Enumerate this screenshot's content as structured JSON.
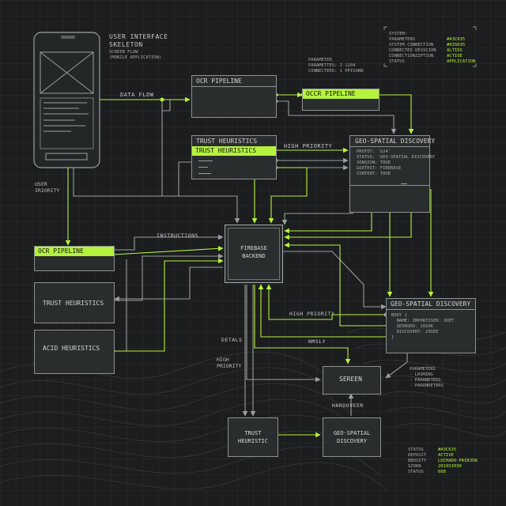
{
  "ui_skeleton": {
    "title": "USER INTERFACE\nSKELETON",
    "subtitle": "SCREEN FLOW\n(MOBILE APPLICATION)"
  },
  "system_panel": {
    "keys": "SYSTEM:\nPARAMETERS\nSYSTEM CONNECTION\nCONNECTED DESSCION\nCONNECTIONZIPTION\nSTATUS",
    "values": "\n#A3C635\n#A3SD35\nALTIOS\nACTIOE\nAPPLICATION"
  },
  "parameter_note": "PARAMETER\nPARAMETTES: 2 1204\nCONNECTERS: 1 PPISONN",
  "labels": {
    "data_flow": "DATA FLOW",
    "user_priority": "USER\nIRIORITY",
    "high_priority_top": "HIGH PRIORITY",
    "instructions": "INSTRUCTIONS",
    "high_priority_mid": "HIGH PRIORITY",
    "nmsly": "NMSLY",
    "detals": "DETALS",
    "high_priority_low": "HIGH\nPRIORITY",
    "harduveer": "HARDUVEER"
  },
  "nodes": {
    "ocr_pipeline": "OCR PIPELINE",
    "occr_pipeline": "OCCR PIPELINE",
    "trust_heuristics_top": "TRUST HEURISTICS",
    "trust_heuristics_top_hl": "TRUST HEURISTICS",
    "geo_top": "GEO-SPATIAL DISCOVERY",
    "geo_top_body": "PROTOT: 'G24'\nSTATUS: 'GEO-SPATIAL DISCOVERY\nSONSION: TRUE\nGOXTEST: FIREBASE\nCONTENT: TRUE",
    "firebase": "FIREBASE\nBACKEND",
    "ocr_pipeline_left": "OCR PIPELINE",
    "trust_heuristics_left": "TRUST HEURISTICS",
    "acid_heuristics": "ACID HEURISTICS",
    "geo_right": "GEO-SPATIAL DISCOVERY",
    "geo_right_body": "BODY {\n  NAME: IMPORTISER: OOET\n  SEONSRO: 1020K\n  DISCOVERT: 29SEE\n}",
    "screen": "SEREEN",
    "trust_heuristic_bottom": "TRUST\nHEURISTIC",
    "geo_bottom": "GEO-SPATIAL\nDISCOVERY"
  },
  "params_right": "PARAMETERS\n- LRSMING\n- PARANETERS\n- PARANNETERS",
  "status_panel": {
    "keys": "STATUS\nDEPOSIT\nBBOSITY\nSZOKN\nSTATUS",
    "values": "#A3C635\nACTIVE\nLOCHADO-PRIR35N\n2019S3030\n608"
  },
  "colors": {
    "accent": "#b5f23d",
    "line": "#8d918e",
    "background": "#1b1d1e"
  }
}
